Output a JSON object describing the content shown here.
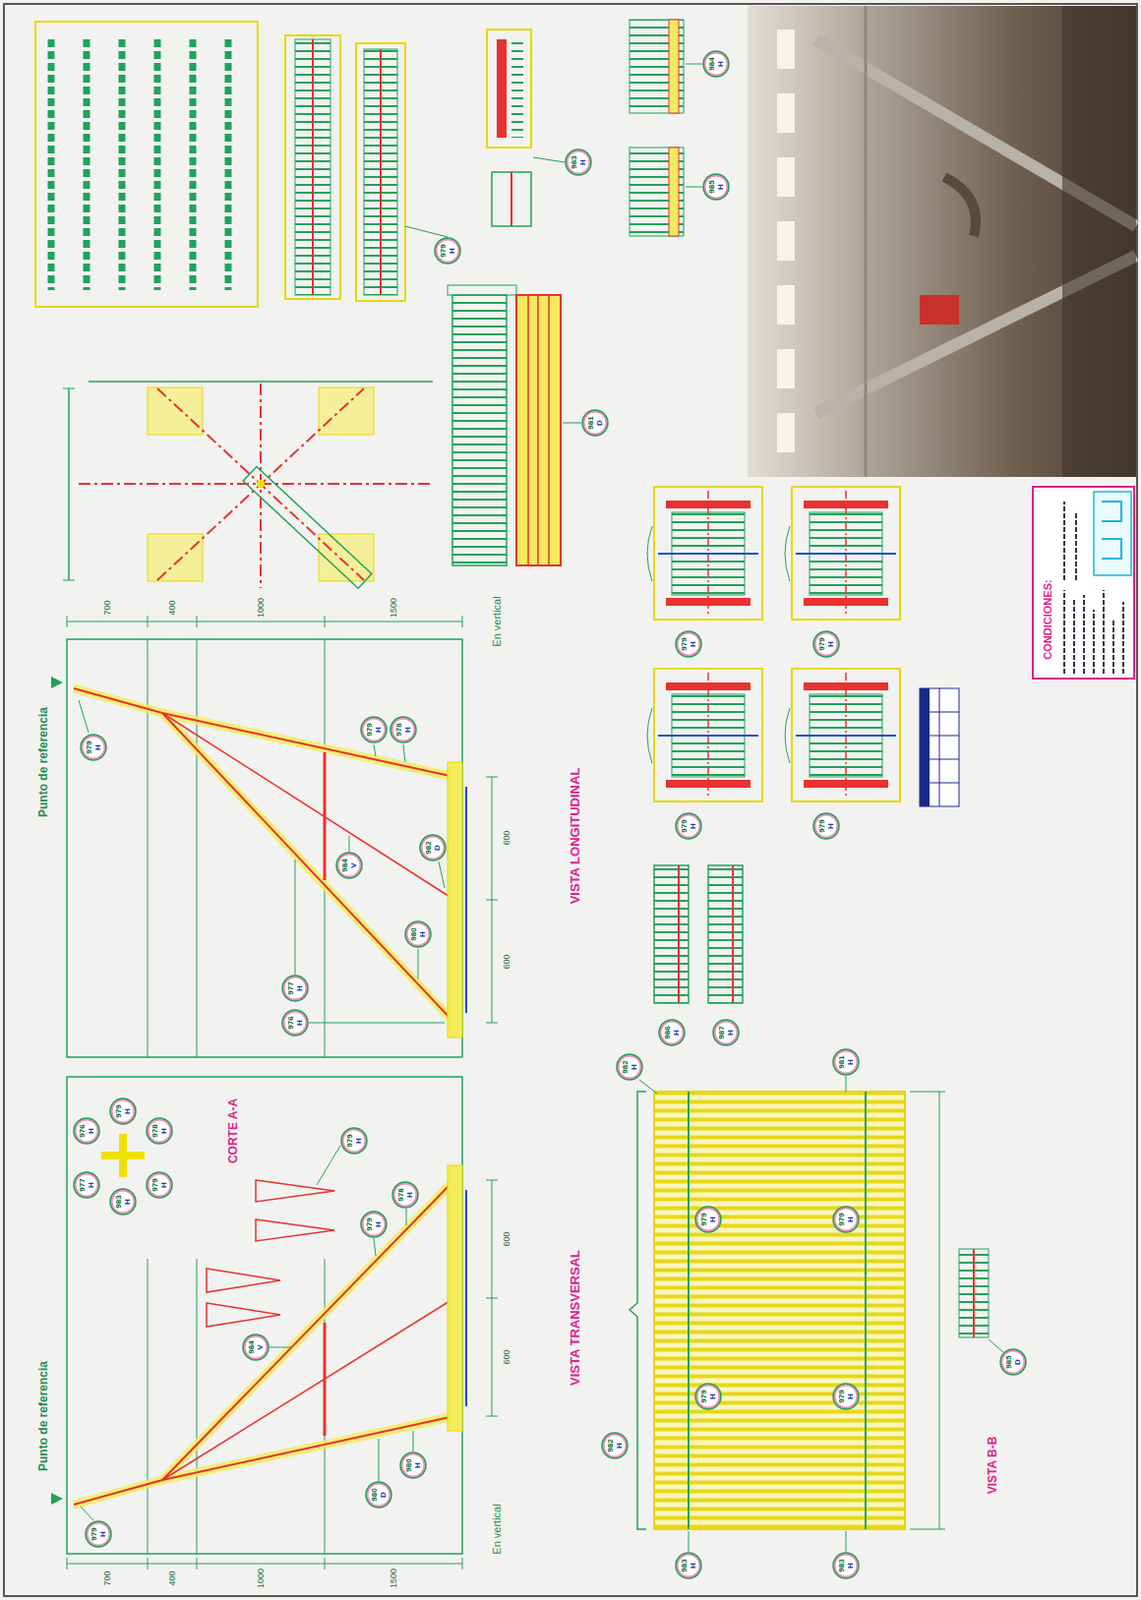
{
  "diagram": {
    "nodes": [
      {
        "text": [
          "979",
          "H"
        ]
      },
      {
        "text": [
          "983",
          "H"
        ]
      },
      {
        "text": [
          "984",
          "H"
        ]
      },
      {
        "text": [
          "985",
          "H"
        ]
      },
      {
        "text": [
          "981",
          "D"
        ]
      },
      {
        "text": [
          "979",
          "H"
        ]
      },
      {
        "text": [
          "979",
          "H"
        ]
      },
      {
        "text": [
          "978",
          "H"
        ]
      },
      {
        "text": [
          "984",
          "V"
        ]
      },
      {
        "text": [
          "982",
          "D"
        ]
      },
      {
        "text": [
          "980",
          "H"
        ]
      },
      {
        "text": [
          "977",
          "H"
        ]
      },
      {
        "text": [
          "976",
          "H"
        ]
      },
      {
        "text": [
          "979",
          "H"
        ]
      },
      {
        "text": [
          "979",
          "H"
        ]
      },
      {
        "text": [
          "979",
          "H"
        ]
      },
      {
        "text": [
          "979",
          "H"
        ]
      },
      {
        "text": [
          "986",
          "H"
        ]
      },
      {
        "text": [
          "987",
          "H"
        ]
      },
      {
        "text": [
          "979",
          "H"
        ]
      },
      {
        "text": [
          "976",
          "H"
        ]
      },
      {
        "text": [
          "978",
          "H"
        ]
      },
      {
        "text": [
          "977",
          "H"
        ]
      },
      {
        "text": [
          "979",
          "H"
        ]
      },
      {
        "text": [
          "983",
          "H"
        ]
      },
      {
        "text": [
          "979",
          "H"
        ]
      },
      {
        "text": [
          "979",
          "H"
        ]
      },
      {
        "text": [
          "979",
          "H"
        ]
      },
      {
        "text": [
          "978",
          "H"
        ]
      },
      {
        "text": [
          "980",
          "H"
        ]
      },
      {
        "text": [
          "980",
          "D"
        ]
      },
      {
        "text": [
          "984",
          "V"
        ]
      },
      {
        "text": [
          "982",
          "H"
        ]
      },
      {
        "text": [
          "981",
          "H"
        ]
      },
      {
        "text": [
          "979",
          "H"
        ]
      },
      {
        "text": [
          "979",
          "H"
        ]
      },
      {
        "text": [
          "979",
          "H"
        ]
      },
      {
        "text": [
          "979",
          "H"
        ]
      },
      {
        "text": [
          "982",
          "H"
        ]
      },
      {
        "text": [
          "983",
          "H"
        ]
      },
      {
        "text": [
          "983",
          "H"
        ]
      },
      {
        "text": [
          "985",
          "D"
        ]
      }
    ],
    "labels": [
      "Punto de referencia",
      "En vertical",
      "VISTA LONGITUDINAL",
      "Punto de referencia",
      "En vertical",
      "VISTA TRANSVERSAL",
      "CORTE A-A",
      "VISTA B-B",
      "CONDICIONES:",
      "700",
      "400",
      "1000",
      "1500",
      "600",
      "600",
      "700",
      "400",
      "1000",
      "1500",
      "600",
      "600"
    ]
  }
}
